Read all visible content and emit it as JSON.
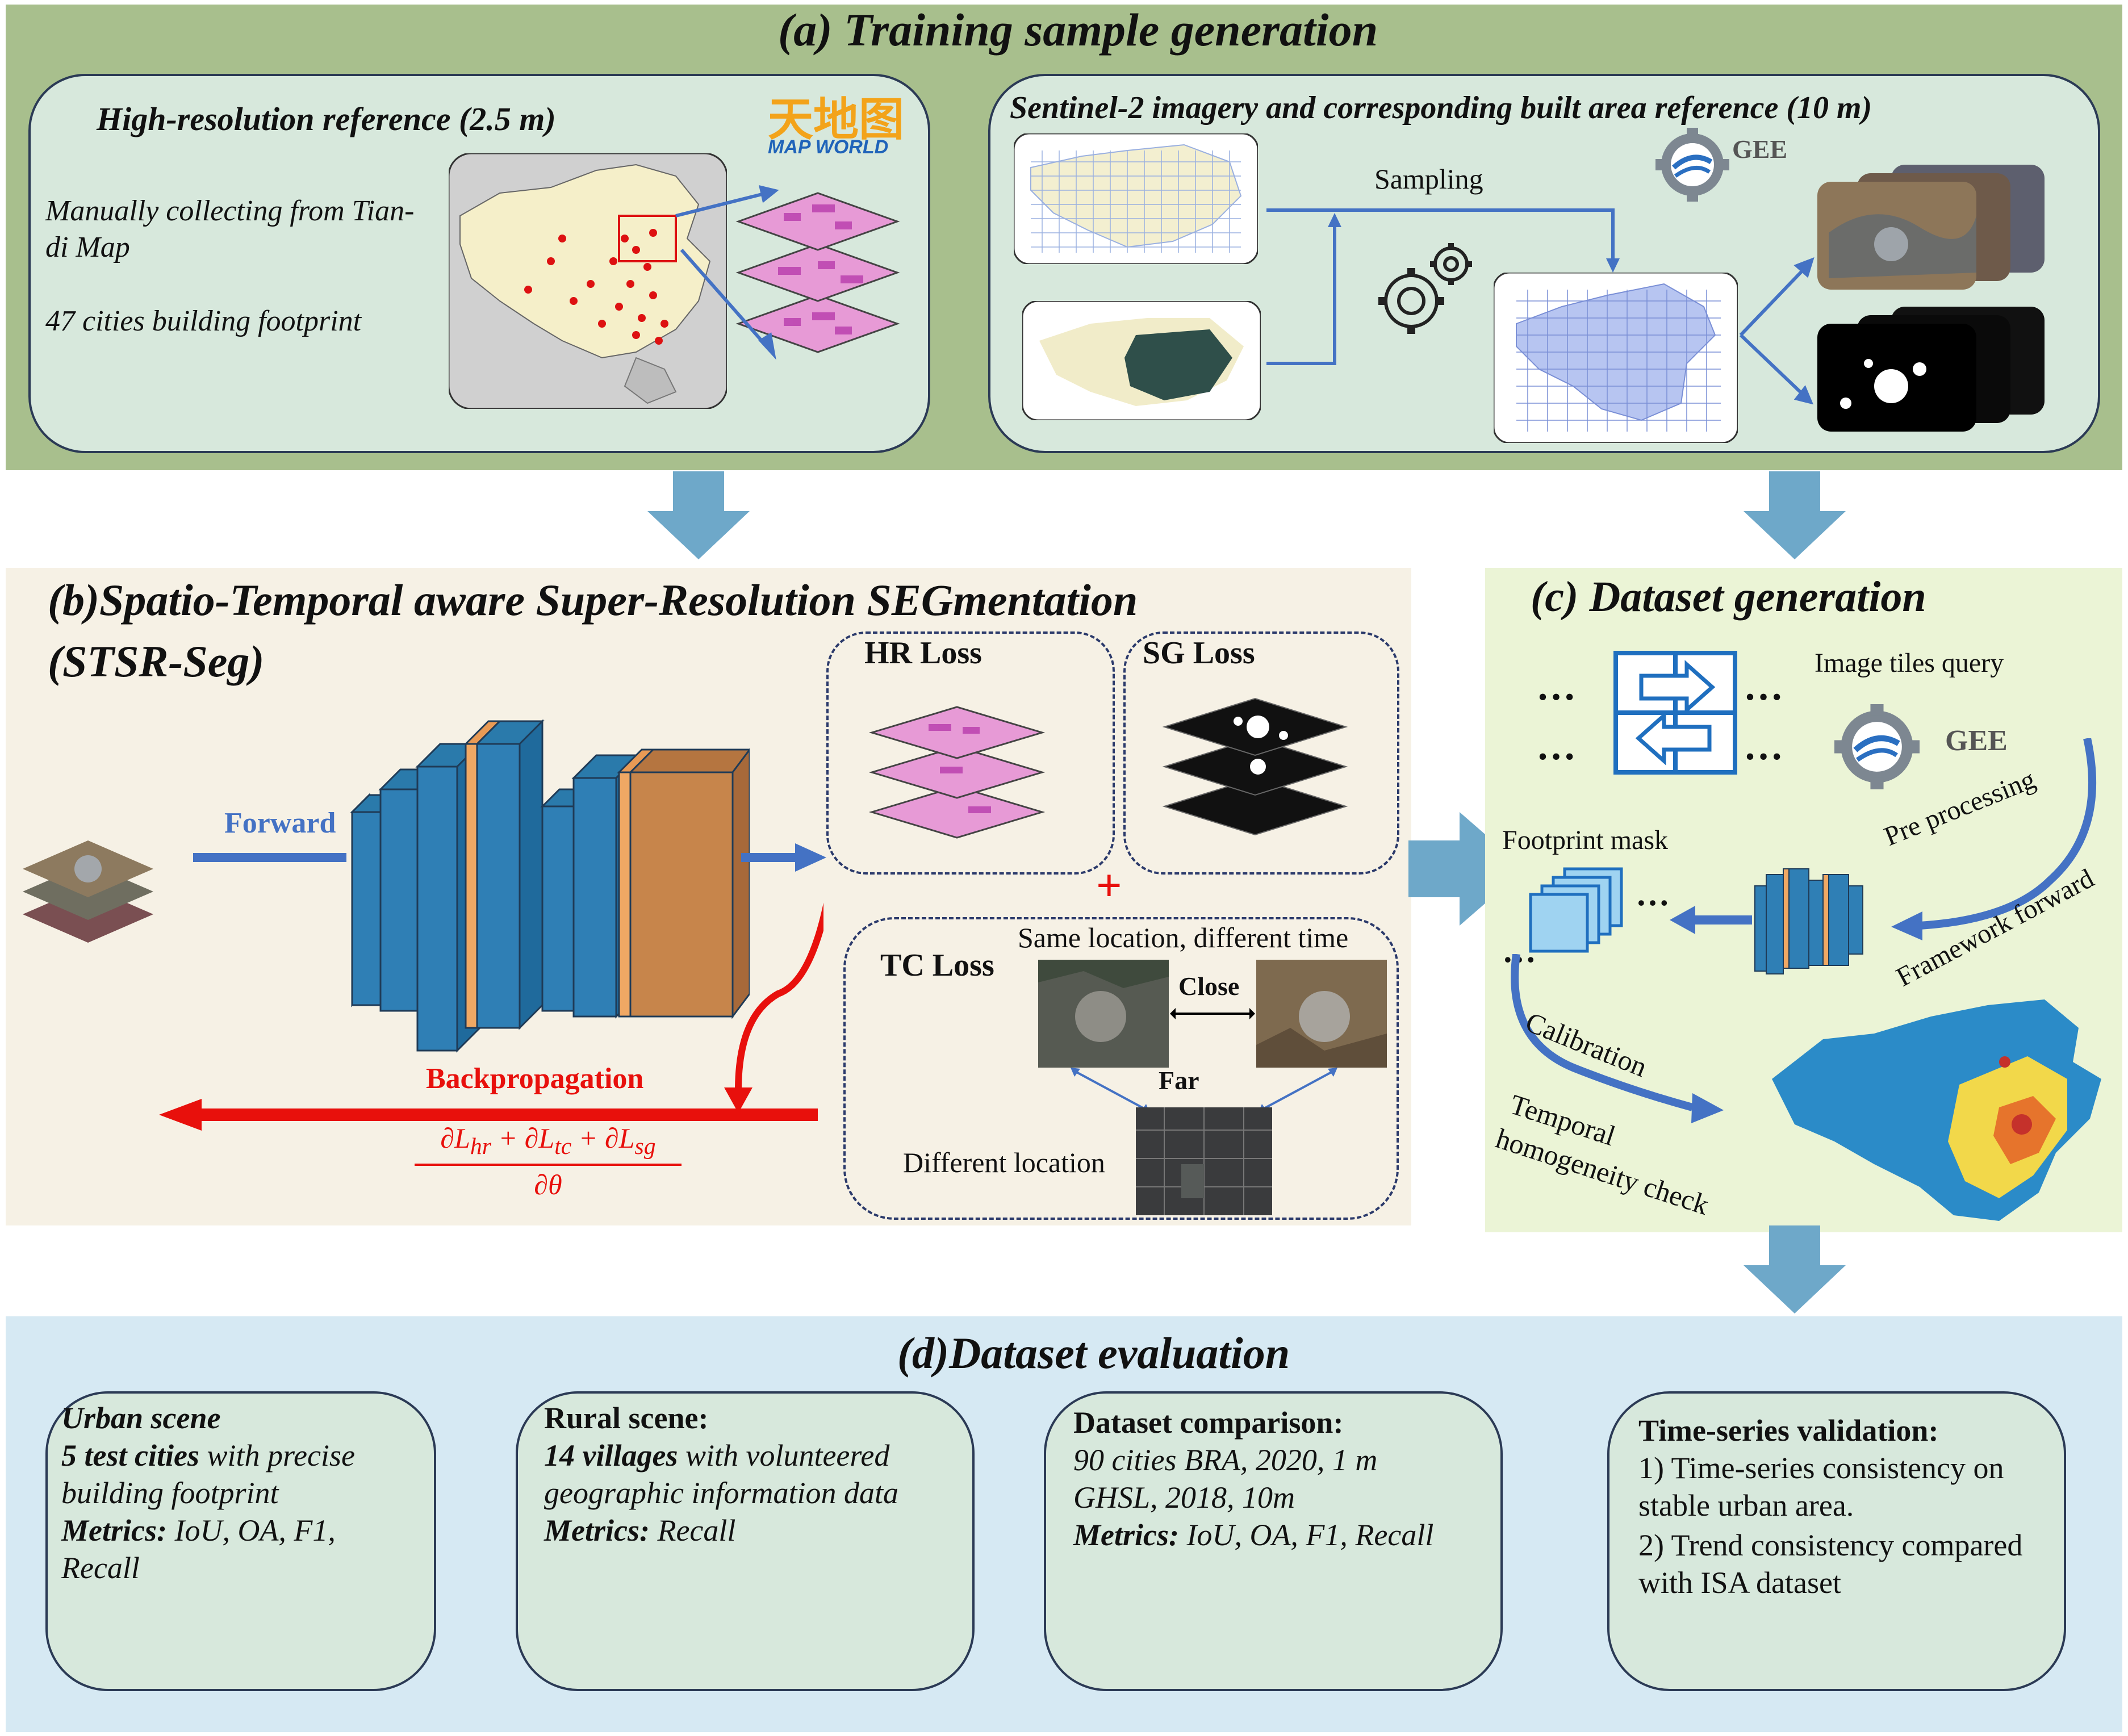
{
  "panel_a": {
    "title": "(a) Training sample generation",
    "left_box": {
      "heading": "High-resolution reference (2.5 m)",
      "text1_line1": "Manually collecting from Tian-",
      "text1_line2": "di Map",
      "text2": "47 cities building footprint",
      "logo_cn": "天地图",
      "logo_en": "MAP WORLD"
    },
    "right_box": {
      "heading": "Sentinel-2 imagery and corresponding built area reference (10 m)",
      "sampling": "Sampling",
      "gee": "GEE"
    }
  },
  "panel_b": {
    "title_line1": "(b)Spatio-Temporal aware Super-Resolution SEGmentation",
    "title_line2": "(STSR-Seg)",
    "forward": "Forward",
    "backprop": "Backpropagation",
    "hr_loss": "HR Loss",
    "sg_loss": "SG Loss",
    "plus": "+",
    "tc_loss": "TC Loss",
    "same_loc": "Same location, different time",
    "close": "Close",
    "far": "Far",
    "diff_loc": "Different location"
  },
  "panel_c": {
    "title": "(c) Dataset generation",
    "dots": "…",
    "image_tiles": "Image tiles query",
    "gee": "GEE",
    "footprint": "Footprint mask",
    "pre_processing": "Pre processing",
    "framework_forward": "Framework forward",
    "calibration": "Calibration",
    "temporal_line1": "Temporal",
    "temporal_line2": "homogeneity check"
  },
  "panel_d": {
    "title": "(d)Dataset evaluation",
    "box1": {
      "heading": "Urban scene",
      "l1_bold": "5 test cities",
      "l1_rest": " with precise",
      "l2": "building footprint",
      "metrics_label": "Metrics:",
      "metrics_l1": " IoU, OA, F1,",
      "metrics_l2": "Recall"
    },
    "box2": {
      "heading": "Rural scene:",
      "l1_bold": "14 villages",
      "l1_rest": " with volunteered",
      "l2": "geographic information data",
      "metrics_label": "Metrics:",
      "metrics": " Recall"
    },
    "box3": {
      "heading": "Dataset comparison:",
      "l1": "90 cities BRA, 2020, 1 m",
      "l2": "GHSL, 2018, 10m",
      "metrics_label": "Metrics:",
      "metrics": " IoU, OA, F1, Recall"
    },
    "box4": {
      "heading": "Time-series validation:",
      "l1": "1) Time-series consistency on",
      "l2": "stable urban area.",
      "l3": "2) Trend consistency compared",
      "l4": "with ISA dataset"
    }
  },
  "colors": {
    "panel_a_bg": "#a8bf8d",
    "box_bg": "#d7e8dc",
    "panel_b_bg": "#f6f1e5",
    "panel_c_bg": "#ebf4d6",
    "panel_d_bg": "#d6e9f3",
    "flow_arrow": "#6ea8c9",
    "network_blue": "#2f7fb5",
    "network_orange": "#c7854b",
    "forward_blue": "#4472c4",
    "backprop_red": "#e8100c"
  }
}
